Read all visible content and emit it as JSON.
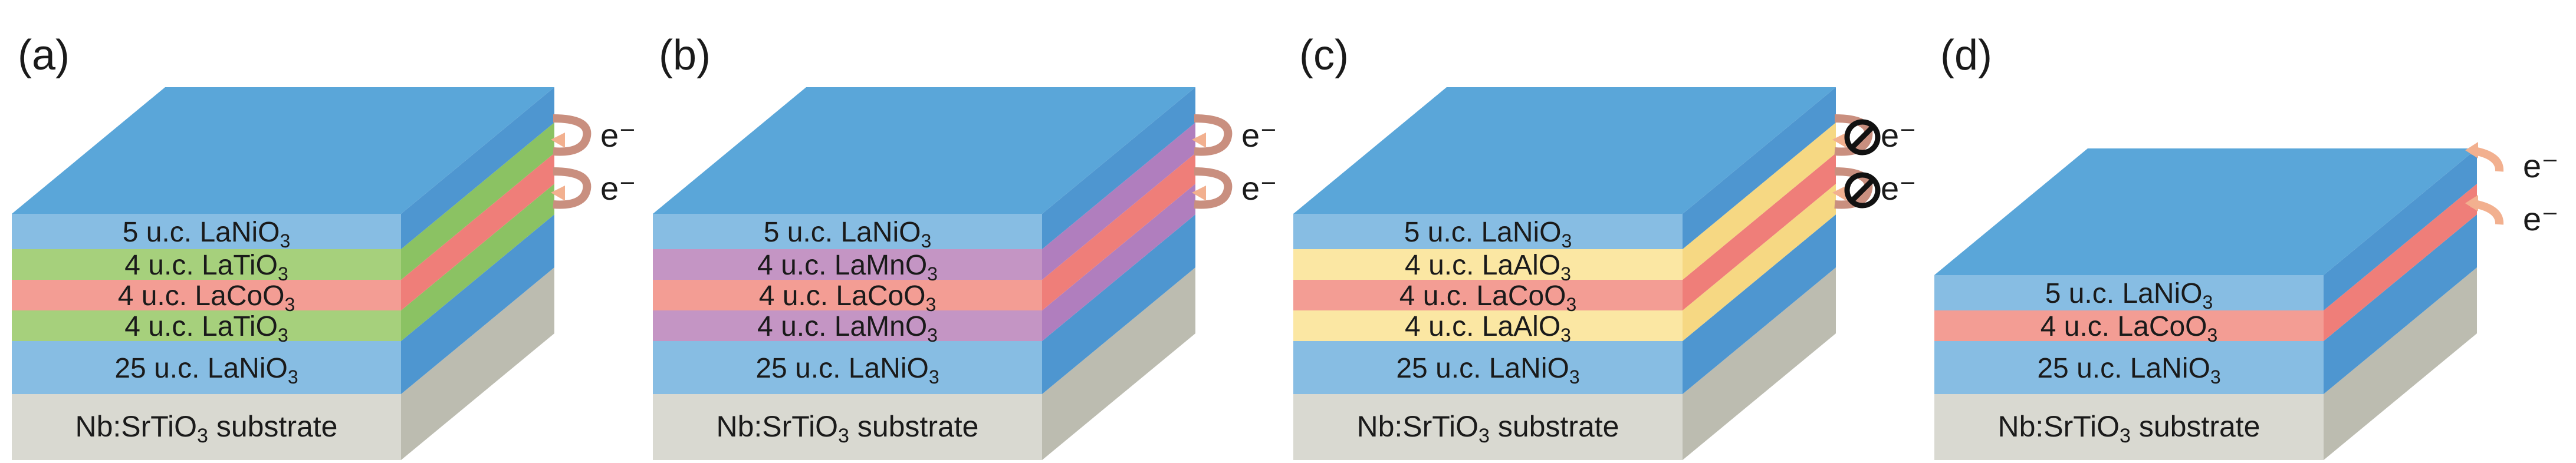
{
  "colors": {
    "blue_top": "#5aa6d9",
    "blue_side": "#4e96d0",
    "blue_front": "#87bde3",
    "green": "#a6d07c",
    "green_side": "#8bc263",
    "pink": "#f39d94",
    "pink_side": "#ef7e79",
    "purple": "#c495c4",
    "purple_side": "#b07ebe",
    "yellow": "#fbe7a3",
    "yellow_side": "#f6d883",
    "substrate_front": "#d9d9d1",
    "substrate_side": "#bcbcb0",
    "arrow": "#c98f7f",
    "arrow_light": "#f2b08f"
  },
  "panels": [
    {
      "label": "(a)",
      "arrow_type": "arrows",
      "layers": [
        {
          "n": "5 u.c. ",
          "chem": "LaNiO",
          "sub": "3",
          "color": "blue"
        },
        {
          "n": "4 u.c. ",
          "chem": "LaTiO",
          "sub": "3",
          "color": "green"
        },
        {
          "n": "4 u.c. ",
          "chem": "LaCoO",
          "sub": "3",
          "color": "pink"
        },
        {
          "n": "4 u.c. ",
          "chem": "LaTiO",
          "sub": "3",
          "color": "green"
        },
        {
          "n": "25 u.c. ",
          "chem": "LaNiO",
          "sub": "3",
          "color": "blue"
        }
      ],
      "substrate": {
        "pre": "Nb:SrTiO",
        "sub": "3",
        "post": " substrate"
      },
      "electron": [
        "e⁻",
        "e⁻"
      ]
    },
    {
      "label": "(b)",
      "arrow_type": "arrows",
      "layers": [
        {
          "n": "5 u.c. ",
          "chem": "LaNiO",
          "sub": "3",
          "color": "blue"
        },
        {
          "n": "4 u.c. ",
          "chem": "LaMnO",
          "sub": "3",
          "color": "purple"
        },
        {
          "n": "4 u.c. ",
          "chem": "LaCoO",
          "sub": "3",
          "color": "pink"
        },
        {
          "n": "4 u.c. ",
          "chem": "LaMnO",
          "sub": "3",
          "color": "purple"
        },
        {
          "n": "25 u.c. ",
          "chem": "LaNiO",
          "sub": "3",
          "color": "blue"
        }
      ],
      "substrate": {
        "pre": "Nb:SrTiO",
        "sub": "3",
        "post": " substrate"
      },
      "electron": [
        "e⁻",
        "e⁻"
      ]
    },
    {
      "label": "(c)",
      "arrow_type": "blocked",
      "layers": [
        {
          "n": "5 u.c. ",
          "chem": "LaNiO",
          "sub": "3",
          "color": "blue"
        },
        {
          "n": "4 u.c. ",
          "chem": "LaAlO",
          "sub": "3",
          "color": "yellow"
        },
        {
          "n": "4 u.c. ",
          "chem": "LaCoO",
          "sub": "3",
          "color": "pink"
        },
        {
          "n": "4 u.c. ",
          "chem": "LaAlO",
          "sub": "3",
          "color": "yellow"
        },
        {
          "n": "25 u.c. ",
          "chem": "LaNiO",
          "sub": "3",
          "color": "blue"
        }
      ],
      "substrate": {
        "pre": "Nb:SrTiO",
        "sub": "3",
        "post": " substrate"
      },
      "electron": [
        "e⁻",
        "e⁻"
      ]
    },
    {
      "label": "(d)",
      "arrow_type": "direct",
      "layers": [
        {
          "n": "5 u.c. ",
          "chem": "LaNiO",
          "sub": "3",
          "color": "blue"
        },
        {
          "n": "4 u.c. ",
          "chem": "LaCoO",
          "sub": "3",
          "color": "pink"
        },
        {
          "n": "25 u.c. ",
          "chem": "LaNiO",
          "sub": "3",
          "color": "blue"
        }
      ],
      "substrate": {
        "pre": "Nb:SrTiO",
        "sub": "3",
        "post": " substrate"
      },
      "electron": [
        "e⁻",
        "e⁻"
      ]
    }
  ]
}
